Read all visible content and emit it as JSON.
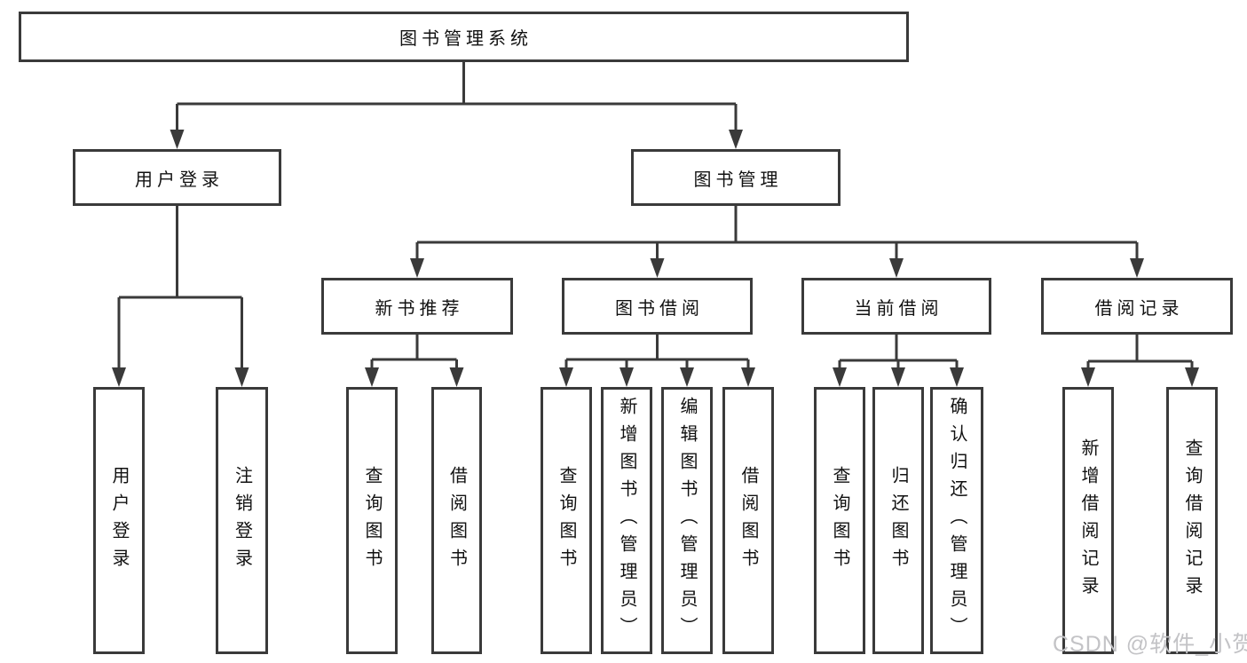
{
  "diagram": {
    "root": {
      "label": "图书管理系统"
    },
    "branches": [
      {
        "label": "用户登录",
        "children": [
          {
            "label": "用户登录"
          },
          {
            "label": "注销登录"
          }
        ]
      },
      {
        "label": "图书管理",
        "children": [
          {
            "label": "新书推荐",
            "children": [
              {
                "label": "查询图书"
              },
              {
                "label": "借阅图书"
              }
            ]
          },
          {
            "label": "图书借阅",
            "children": [
              {
                "label": "查询图书"
              },
              {
                "label": "新增图书（管理员）"
              },
              {
                "label": "编辑图书（管理员）"
              },
              {
                "label": "借阅图书"
              }
            ]
          },
          {
            "label": "当前借阅",
            "children": [
              {
                "label": "查询图书"
              },
              {
                "label": "归还图书"
              },
              {
                "label": "确认归还（管理员）"
              }
            ]
          },
          {
            "label": "借阅记录",
            "children": [
              {
                "label": "新增借阅记录"
              },
              {
                "label": "查询借阅记录"
              }
            ]
          }
        ]
      }
    ]
  },
  "watermark": {
    "text": "CSDN @软件_小贺同学"
  },
  "colors": {
    "line": "#3a3a3a",
    "box_border": "#3a3a3a",
    "box_fill": "#ffffff",
    "text": "#111111",
    "watermark": "#c3c3c6",
    "background": "#ffffff"
  }
}
